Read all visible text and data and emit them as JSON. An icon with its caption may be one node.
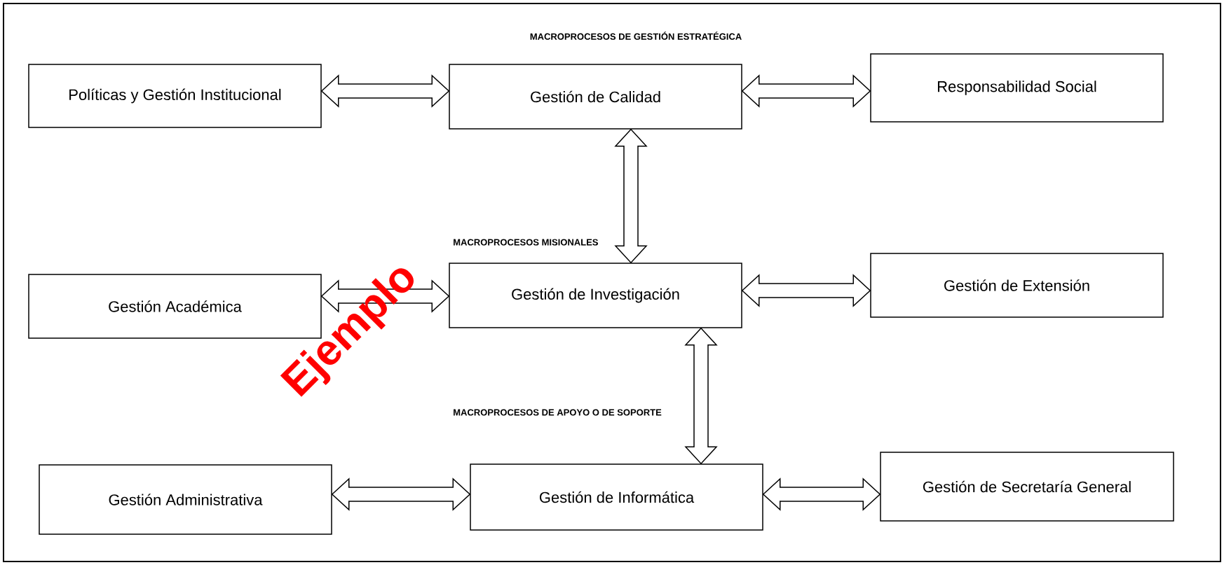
{
  "diagram": {
    "nodes": [
      {
        "text": [
          "Políticas y Gestión Institucional"
        ]
      },
      {
        "text": [
          "Gestión de Calidad"
        ]
      },
      {
        "text": [
          "Responsabilidad Social"
        ]
      },
      {
        "text": [
          "Gestión Académica"
        ]
      },
      {
        "text": [
          "Gestión de Investigación"
        ]
      },
      {
        "text": [
          "Gestión de Extensión"
        ]
      },
      {
        "text": [
          "Gestión Administrativa"
        ]
      },
      {
        "text": [
          "Gestión de Informática"
        ]
      },
      {
        "text": [
          "Gestión de Secretaría General"
        ]
      }
    ],
    "edges": [
      {
        "from": 0,
        "to": 1,
        "arrow": "both"
      },
      {
        "from": 1,
        "to": 2,
        "arrow": "both"
      },
      {
        "from": 1,
        "to": 4,
        "arrow": "both"
      },
      {
        "from": 3,
        "to": 4,
        "arrow": "both"
      },
      {
        "from": 4,
        "to": 5,
        "arrow": "both"
      },
      {
        "from": 4,
        "to": 7,
        "arrow": "both"
      },
      {
        "from": 6,
        "to": 7,
        "arrow": "both"
      },
      {
        "from": 7,
        "to": 8,
        "arrow": "both"
      }
    ],
    "labels": [
      "MACROPROCESOS DE GESTIÓN ESTRATÉGICA",
      "MACROPROCESOS MISIONALES",
      "MACROPROCESOS DE APOYO O DE SOPORTE",
      "Ejemplo"
    ]
  }
}
